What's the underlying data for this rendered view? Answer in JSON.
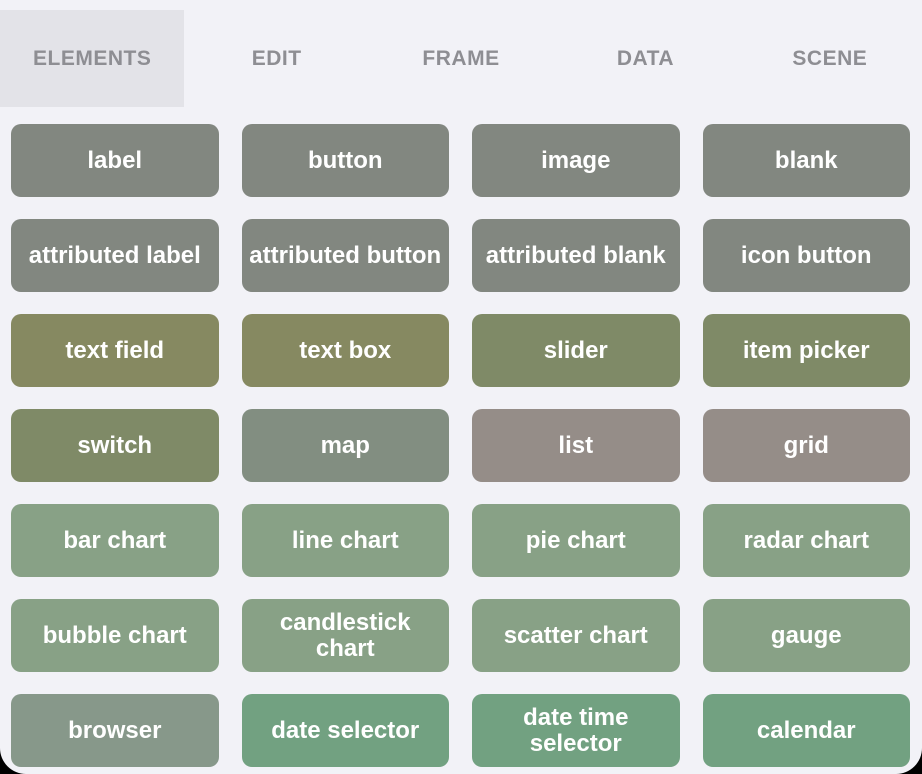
{
  "tabbar": {
    "selected_tab": "ELEMENTS",
    "tabs": [
      {
        "label": "ELEMENTS",
        "selected": true
      },
      {
        "label": "EDIT",
        "selected": false
      },
      {
        "label": "FRAME",
        "selected": false
      },
      {
        "label": "DATA",
        "selected": false
      },
      {
        "label": "SCENE",
        "selected": false
      }
    ]
  },
  "palette": {
    "items": [
      {
        "label": "label",
        "color": "#828780"
      },
      {
        "label": "button",
        "color": "#828780"
      },
      {
        "label": "image",
        "color": "#828780"
      },
      {
        "label": "blank",
        "color": "#828780"
      },
      {
        "label": "attributed label",
        "color": "#828780"
      },
      {
        "label": "attributed button",
        "color": "#828780"
      },
      {
        "label": "attributed blank",
        "color": "#828780"
      },
      {
        "label": "icon button",
        "color": "#828780"
      },
      {
        "label": "text field",
        "color": "#868961"
      },
      {
        "label": "text box",
        "color": "#868961"
      },
      {
        "label": "slider",
        "color": "#7f8a67"
      },
      {
        "label": "item picker",
        "color": "#7f8a67"
      },
      {
        "label": "switch",
        "color": "#7f8a67"
      },
      {
        "label": "map",
        "color": "#828e81"
      },
      {
        "label": "list",
        "color": "#958d88"
      },
      {
        "label": "grid",
        "color": "#958d88"
      },
      {
        "label": "bar chart",
        "color": "#88a186"
      },
      {
        "label": "line chart",
        "color": "#88a186"
      },
      {
        "label": "pie chart",
        "color": "#88a186"
      },
      {
        "label": "radar chart",
        "color": "#88a186"
      },
      {
        "label": "bubble chart",
        "color": "#88a186"
      },
      {
        "label": "candlestick chart",
        "color": "#88a186"
      },
      {
        "label": "scatter chart",
        "color": "#88a186"
      },
      {
        "label": "gauge",
        "color": "#88a186"
      },
      {
        "label": "browser",
        "color": "#87988a"
      },
      {
        "label": "date selector",
        "color": "#72a181"
      },
      {
        "label": "date time selector",
        "color": "#72a181"
      },
      {
        "label": "calendar",
        "color": "#72a181"
      }
    ]
  },
  "colors": {
    "page_background": "#f2f2f7",
    "selected_tab_background": "#e3e3e8",
    "tab_text": "#8e8e93",
    "button_text": "#ffffff"
  }
}
